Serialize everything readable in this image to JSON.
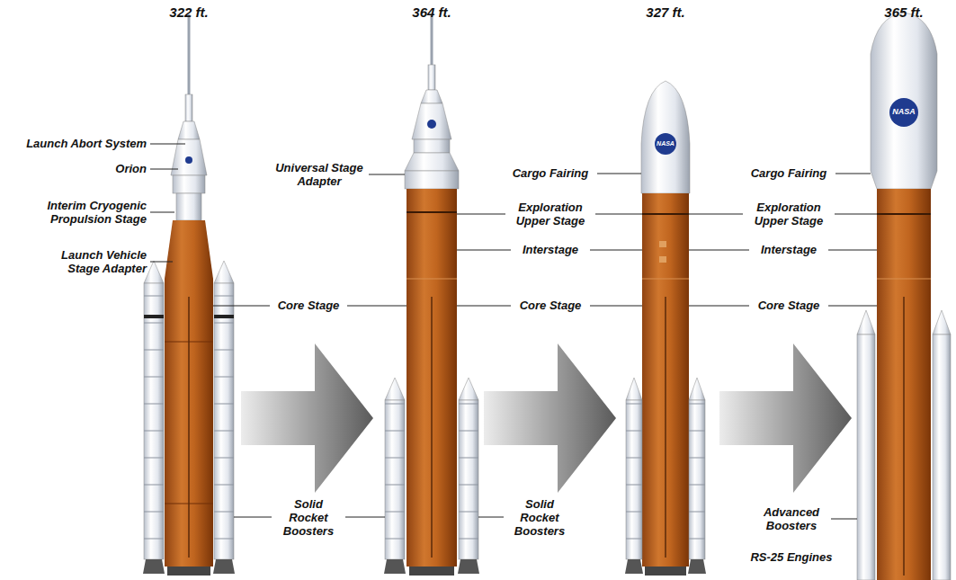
{
  "diagram": {
    "labels": [
      "322 ft.",
      "364 ft.",
      "327 ft.",
      "365 ft.",
      "Launch Abort System",
      "Orion",
      "Interim Cryogenic Propulsion Stage",
      "Launch Vehicle Stage Adapter",
      "Core Stage",
      "Solid Rocket Boosters",
      "Universal Stage Adapter",
      "Cargo Fairing",
      "Exploration Upper Stage",
      "Interstage",
      "Core Stage",
      "Solid Rocket Boosters",
      "NASA",
      "Cargo Fairing",
      "Exploration Upper Stage",
      "Interstage",
      "Core Stage",
      "Advanced Boosters",
      "RS-25 Engines",
      "NASA"
    ]
  }
}
